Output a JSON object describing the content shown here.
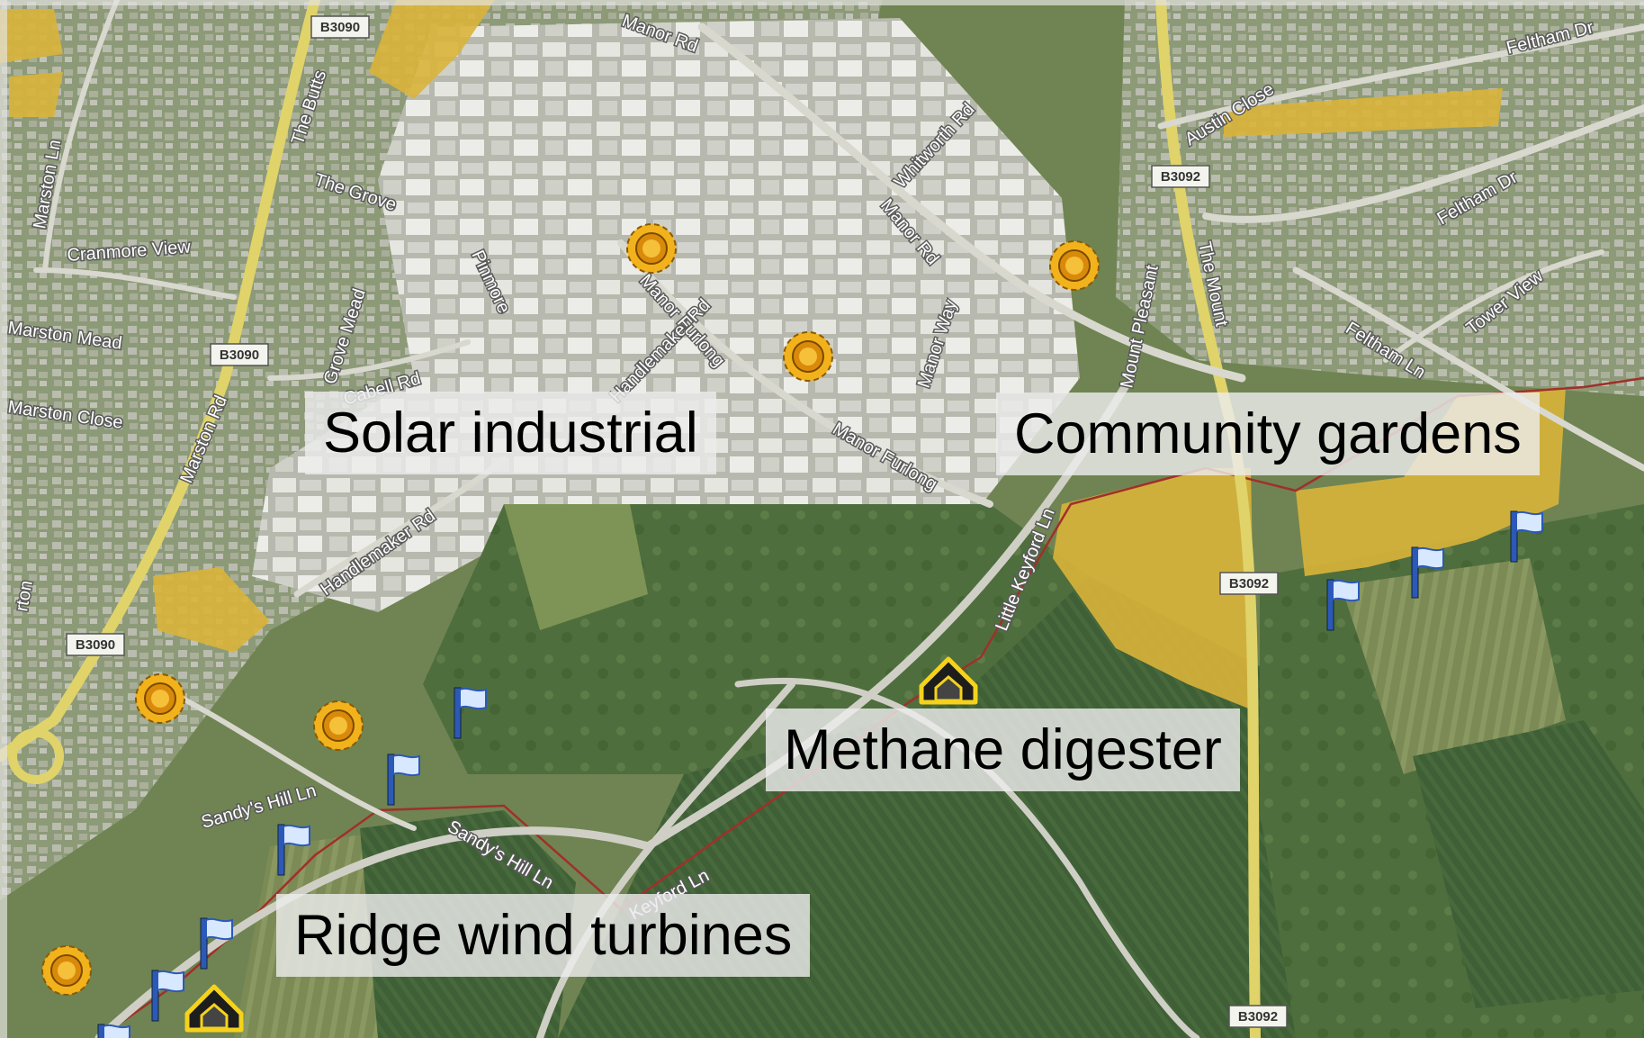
{
  "labels": {
    "solar_industrial": "Solar industrial",
    "community_gardens": "Community gardens",
    "methane_digester": "Methane digester",
    "ridge_wind_turbines": "Ridge wind turbines"
  },
  "road_labels": {
    "manor_rd_top": "Manor Rd",
    "the_butts": "The Butts",
    "b3090_top": "B3090",
    "b3090_mid": "B3090",
    "b3090_lower": "B3090",
    "marston_ln": "Marston Ln",
    "the_grove": "The Grove",
    "cranmore_view": "Cranmore View",
    "marston_mead": "Marston Mead",
    "marston_close": "Marston Close",
    "marston_rd": "Marston Rd",
    "grove_mead": "Grove Mead",
    "pinmore": "Pinmore",
    "cabell_rd": "Cabell Rd",
    "handlemaker_rd": "Handlemaker Rd",
    "handlemaker_rd_upper": "Handlemaker Rd",
    "manor_furlong_upper": "Manor Furlong",
    "manor_furlong_lower": "Manor Furlong",
    "whitworth_rd": "Whitworth Rd",
    "manor_rd": "Manor Rd",
    "manor_way": "Manor Way",
    "mount_pleasant": "Mount Pleasant",
    "the_mount": "The Mount",
    "b3092_top": "B3092",
    "b3092_mid": "B3092",
    "b3092_bottom": "B3092",
    "austin_close": "Austin Close",
    "feltham_dr_top": "Feltham Dr",
    "feltham_dr_mid": "Feltham Dr",
    "feltham_ln": "Feltham Ln",
    "tower_view": "Tower View",
    "little_keyford_ln": "Little Keyford Ln",
    "sandys_hill_ln_left": "Sandy's Hill Ln",
    "sandys_hill_ln": "Sandy's Hill Ln",
    "keyford_ln": "Keyford Ln",
    "edge_fragment": "rton"
  },
  "icons": {
    "solar": "sun-icon",
    "wind": "wind-turbine-flag-icon",
    "digester": "house-icon"
  },
  "colors": {
    "solar_fill": "#f2b21c",
    "solar_center": "#d98a0a",
    "flag_fill": "#d8e8ff",
    "pole": "#2c59b8",
    "field_highlight": "#d9b43a",
    "boundary": "#a0302a"
  }
}
